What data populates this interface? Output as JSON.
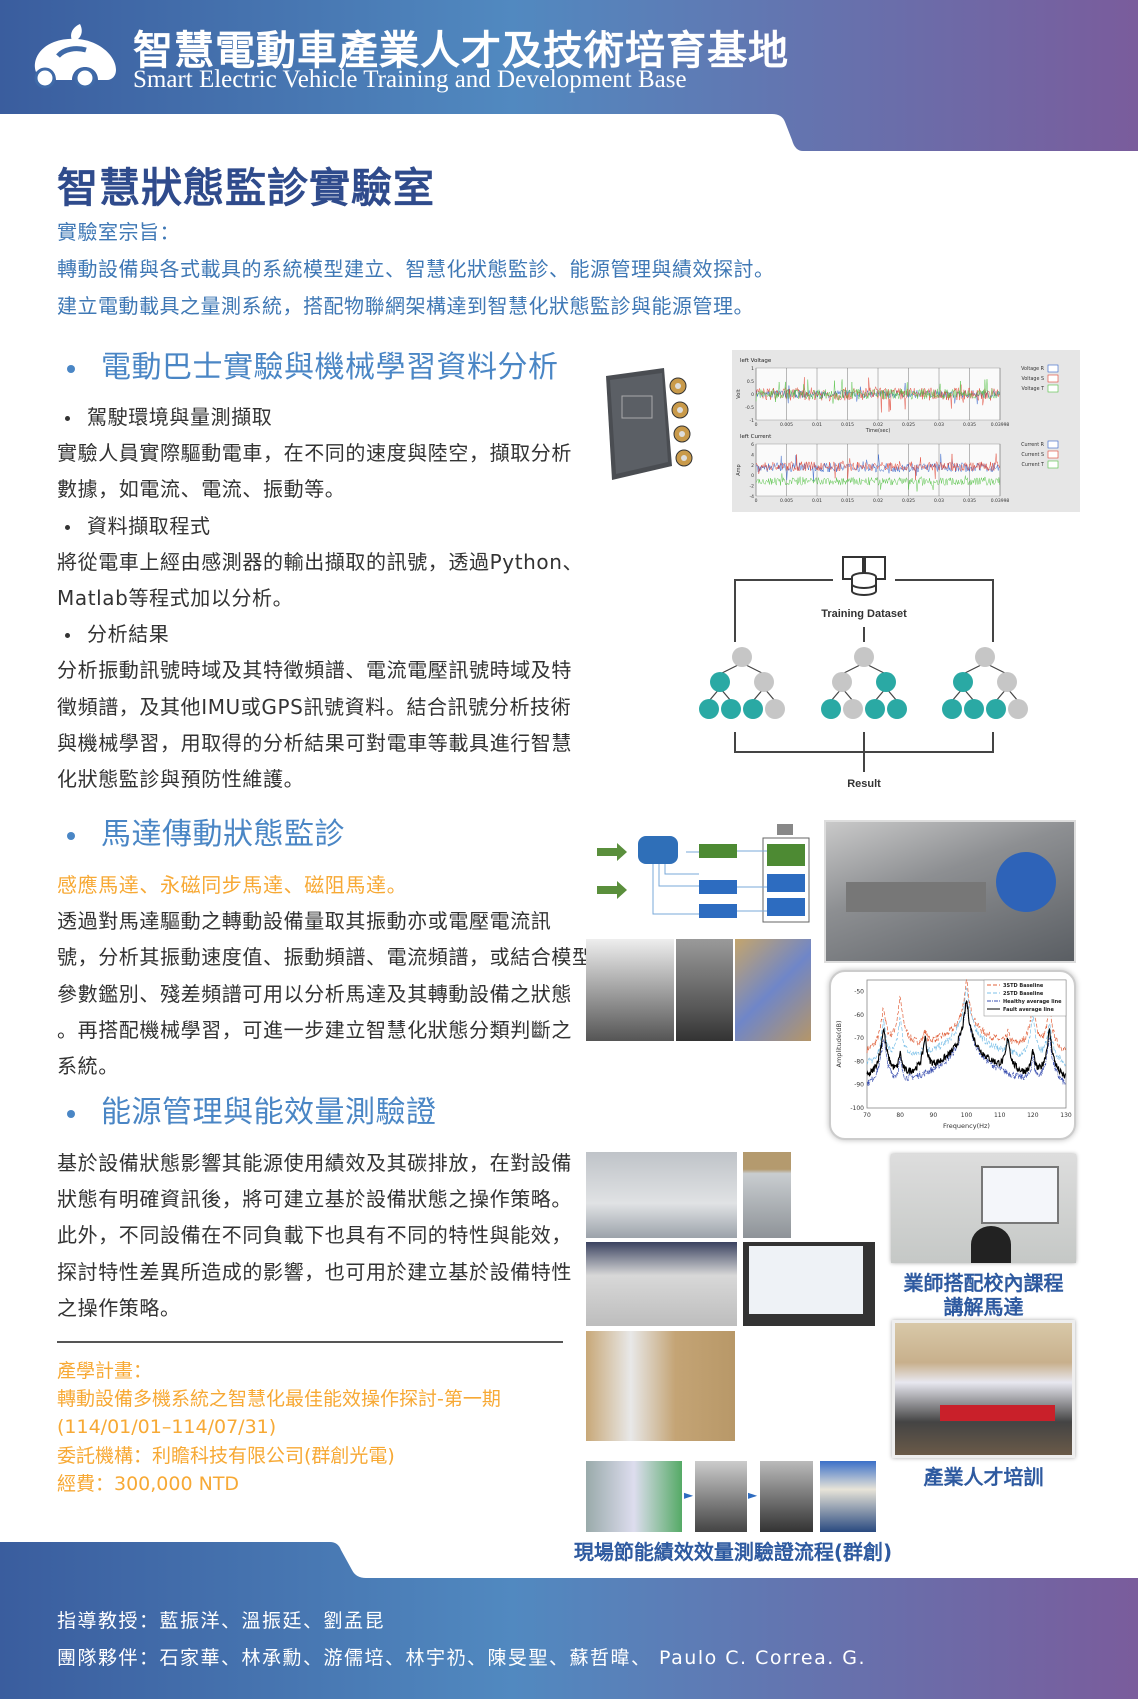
{
  "header": {
    "title": "智慧電動車產業人才及技術培育基地",
    "subtitle": "Smart Electric Vehicle Training and Development Base"
  },
  "page_title": "智慧狀態監診實驗室",
  "purpose": {
    "label": "實驗室宗旨：",
    "lines": [
      "轉動設備與各式載具的系統模型建立、智慧化狀態監診、能源管理與績效探討。",
      "建立電動載具之量測系統，搭配物聯網架構達到智慧化狀態監診與能源管理。"
    ]
  },
  "sections": [
    {
      "heading": "電動巴士實驗與機械學習資料分析",
      "rows": [
        {
          "type": "bullet",
          "text": "駕駛環境與量測擷取"
        },
        {
          "type": "text",
          "text": "實驗人員實際驅動電車，在不同的速度與陸空，擷取分析"
        },
        {
          "type": "text",
          "text": "數據，如電流、電流、振動等。"
        },
        {
          "type": "bullet",
          "text": "資料擷取程式"
        },
        {
          "type": "text",
          "text": "將從電車上經由感測器的輸出擷取的訊號，透過Python、"
        },
        {
          "type": "text",
          "text": "Matlab等程式加以分析。"
        },
        {
          "type": "bullet",
          "text": "分析結果"
        },
        {
          "type": "text",
          "text": "分析振動訊號時域及其特徵頻譜、電流電壓訊號時域及特"
        },
        {
          "type": "text",
          "text": "徵頻譜，及其他IMU或GPS訊號資料。結合訊號分析技術"
        },
        {
          "type": "text",
          "text": "與機械學習，用取得的分析結果可對電車等載具進行智慧"
        },
        {
          "type": "text",
          "text": "化狀態監診與預防性維護。"
        }
      ]
    },
    {
      "heading": "馬達傳動狀態監診",
      "rows": [
        {
          "type": "highlight",
          "text": "感應馬達、永磁同步馬達、磁阻馬達。"
        },
        {
          "type": "text",
          "text": "透過對馬達驅動之轉動設備量取其振動亦或電壓電流訊"
        },
        {
          "type": "text",
          "text": "號，分析其振動速度值、振動頻譜、電流頻譜，或結合模型"
        },
        {
          "type": "text",
          "text": "參數鑑別、殘差頻譜可用以分析馬達及其轉動設備之狀態"
        },
        {
          "type": "text",
          "text": "。再搭配機械學習，可進一步建立智慧化狀態分類判斷之"
        },
        {
          "type": "text",
          "text": "系統。"
        }
      ]
    },
    {
      "heading": "能源管理與能效量測驗證",
      "rows": [
        {
          "type": "text",
          "text": "基於設備狀態影響其能源使用績效及其碳排放，在對設備"
        },
        {
          "type": "text",
          "text": "狀態有明確資訊後，將可建立基於設備狀態之操作策略。"
        },
        {
          "type": "text",
          "text": "此外，不同設備在不同負載下也具有不同的特性與能效，"
        },
        {
          "type": "text",
          "text": "探討特性差異所造成的影響，也可用於建立基於設備特性"
        },
        {
          "type": "text",
          "text": "之操作策略。"
        }
      ]
    }
  ],
  "project": {
    "label": "產學計畫：",
    "title": "轉動設備多機系統之智慧化最佳能效操作探討-第一期",
    "period": "(114/01/01–114/07/31)",
    "client": "委託機構：利瞻科技有限公司(群創光電)",
    "budget": "經費：300,000 NTD"
  },
  "diagram": {
    "training_label": "Training Dataset",
    "result_label": "Result"
  },
  "captions": {
    "lecture": [
      "業師搭配校內課程",
      "講解馬達"
    ],
    "training": "產業人才培訓",
    "flow": "現場節能績效效量測驗證流程(群創)"
  },
  "footer": {
    "advisors": "指導教授：藍振洋、溫振廷、劉孟昆",
    "team": "團隊夥伴：石家華、林承勳、游儒培、林宇礽、陳旻聖、蘇哲暐、 Paulo C. Correa. G."
  },
  "colors": {
    "header_left": "#3a5d9e",
    "header_mid": "#5189c0",
    "header_right": "#7a5c9c",
    "title": "#2f4b8c",
    "heading": "#4a86c5",
    "highlight": "#f7a935",
    "teal": "#2aa9a4"
  },
  "chart_data": [
    {
      "type": "line",
      "title": "",
      "xlabel": "Frequency(Hz)",
      "ylabel": "Amplitude(dB)",
      "xlim": [
        70,
        130
      ],
      "ylim": [
        -100,
        -45
      ],
      "xticks": [
        70,
        80,
        90,
        100,
        110,
        120,
        130
      ],
      "yticks": [
        -100,
        -90,
        -80,
        -70,
        -60,
        -50
      ],
      "legend_position": "top-right",
      "series": [
        {
          "name": "3STD Baseline",
          "style": "dashed",
          "color": "#e0603a",
          "base": -73,
          "peaks": [
            [
              75,
              -57
            ],
            [
              80,
              -53
            ],
            [
              87.5,
              -68
            ],
            [
              100,
              -46
            ],
            [
              112.5,
              -69
            ],
            [
              120,
              -55
            ],
            [
              125,
              -57
            ]
          ]
        },
        {
          "name": "2STD Baseline",
          "style": "dashed",
          "color": "#7cc0e8",
          "base": -79,
          "peaks": [
            [
              75,
              -63
            ],
            [
              80,
              -62
            ],
            [
              87.5,
              -72
            ],
            [
              100,
              -48
            ],
            [
              112.5,
              -72
            ],
            [
              120,
              -61
            ],
            [
              125,
              -63
            ]
          ]
        },
        {
          "name": "Healthy average line",
          "style": "dashdot",
          "color": "#3a4fb0",
          "base": -91,
          "peaks": [
            [
              75,
              -70
            ],
            [
              80,
              -80
            ],
            [
              100,
              -55
            ],
            [
              120,
              -79
            ],
            [
              125,
              -70
            ]
          ]
        },
        {
          "name": "Fault average line",
          "style": "solid",
          "color": "#000000",
          "base": -87,
          "peaks": [
            [
              75,
              -66
            ],
            [
              80,
              -77
            ],
            [
              87.5,
              -70
            ],
            [
              100,
              -54
            ],
            [
              112.5,
              -70
            ],
            [
              120,
              -76
            ],
            [
              125,
              -67
            ]
          ]
        }
      ]
    },
    {
      "type": "line",
      "panels": [
        {
          "title": "left Voltage",
          "ylabel": "Volt",
          "xlabel": "Time(sec)",
          "ylim": [
            -1,
            1
          ],
          "yticks": [
            -1,
            -0.5,
            0,
            0.5,
            1
          ],
          "series": [
            {
              "name": "Voltage R",
              "color": "#2f5fc8",
              "mean": 0,
              "amplitude": 0.15
            },
            {
              "name": "Voltage S",
              "color": "#e04030",
              "mean": 0,
              "amplitude": 0.25
            },
            {
              "name": "Voltage T",
              "color": "#50c040",
              "mean": 0,
              "amplitude": 0.2
            }
          ]
        },
        {
          "title": "left Current",
          "ylabel": "Amp",
          "xlabel": "",
          "ylim": [
            -4,
            6
          ],
          "yticks": [
            -4,
            -2,
            0,
            2,
            4,
            6
          ],
          "series": [
            {
              "name": "Current R",
              "color": "#2f5fc8",
              "mean": 1.5,
              "amplitude": 0.9
            },
            {
              "name": "Current S",
              "color": "#e04030",
              "mean": 1.7,
              "amplitude": 0.9
            },
            {
              "name": "Current T",
              "color": "#50c040",
              "mean": -1.2,
              "amplitude": 0.8
            }
          ]
        }
      ],
      "xlim": [
        0,
        0.03998
      ],
      "xticks": [
        "0",
        "0.005",
        "0.01",
        "0.015",
        "0.02",
        "0.025",
        "0.03",
        "0.035",
        "0.03998"
      ]
    }
  ]
}
